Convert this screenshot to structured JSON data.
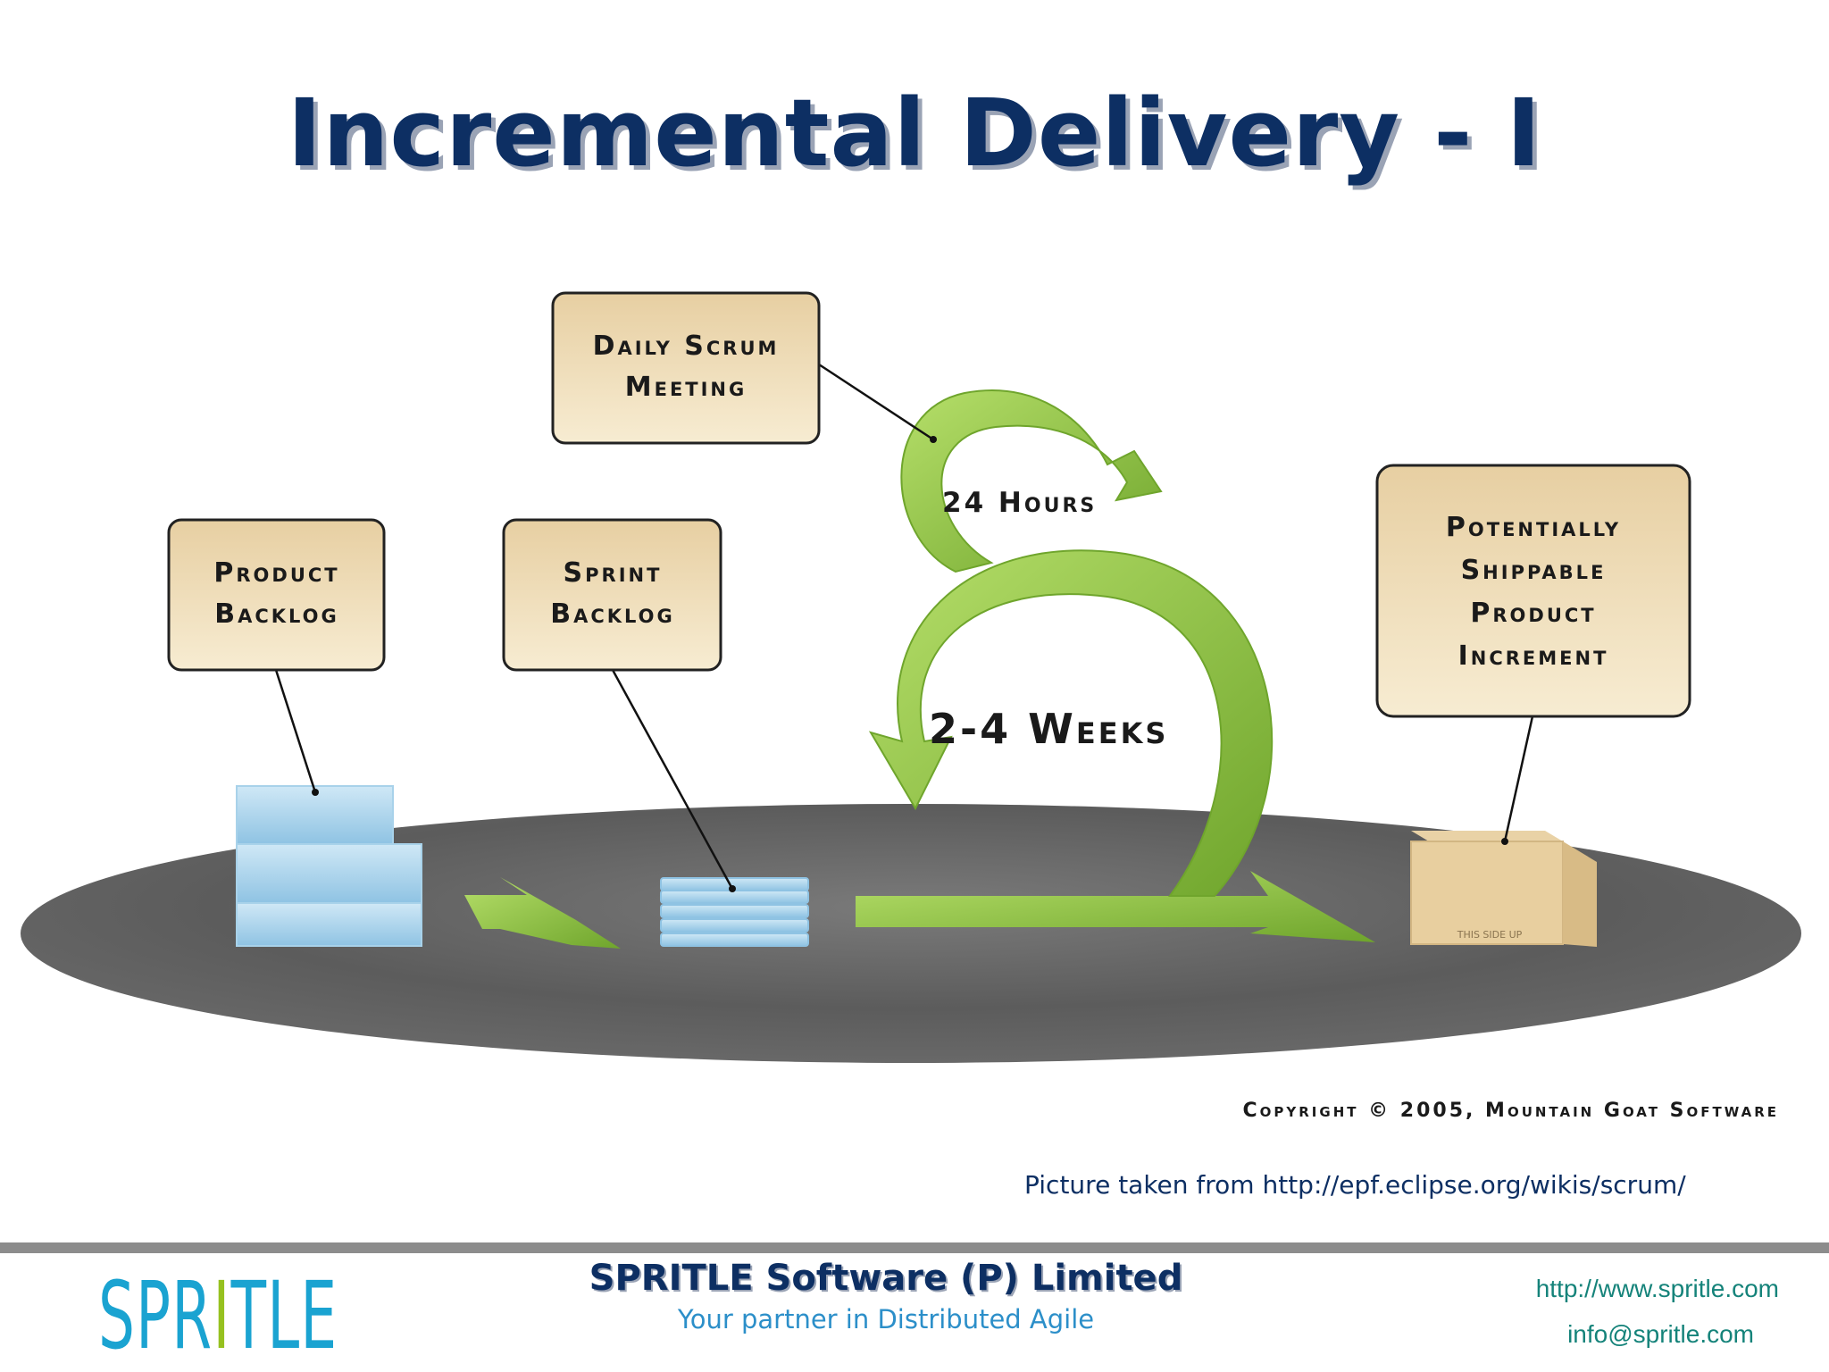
{
  "slide": {
    "title": "Incremental Delivery - I"
  },
  "diagram": {
    "daily_scrum": [
      "Daily Scrum",
      "Meeting"
    ],
    "product_backlog": [
      "Product",
      "Backlog"
    ],
    "sprint_backlog": [
      "Sprint",
      "Backlog"
    ],
    "shippable": [
      "Potentially",
      "Shippable",
      "Product",
      "Increment"
    ],
    "hours_label": "24 Hours",
    "weeks_label": "2-4 Weeks",
    "box_label": "THIS SIDE UP",
    "copyright": "Copyright © 2005, Mountain Goat Software"
  },
  "credit": "Picture taken from http://epf.eclipse.org/wikis/scrum/",
  "footer": {
    "logo_part1": "SPR",
    "logo_accent": "I",
    "logo_part2": "TLE",
    "company": "SPRITLE Software (P) Limited",
    "tagline": "Your partner in Distributed Agile",
    "website": "http://www.spritle.com",
    "email": "info@spritle.com"
  },
  "colors": {
    "title": "#0d2f63",
    "arrow_green": "#8cc63f",
    "box_fill": "#f2dcb3",
    "platform": "#5a5a5a",
    "logo_blue": "#1aa3d1",
    "logo_green": "#96c11f",
    "link_teal": "#15837a"
  }
}
